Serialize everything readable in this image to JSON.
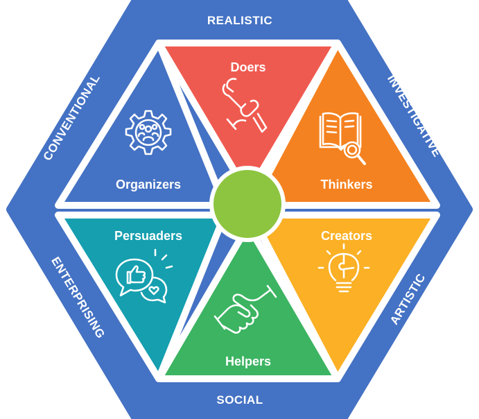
{
  "colors": {
    "outer": "#4472c4",
    "realistic": "#ef5a50",
    "investigative": "#f58220",
    "artistic": "#fbb025",
    "social": "#3cb462",
    "enterprising": "#159faf",
    "conventional": "#4472c4",
    "center": "#8dc540"
  },
  "outer_labels": {
    "realistic": "REALISTIC",
    "investigative": "INVESTIGATIVE",
    "artistic": "ARTISTIC",
    "social": "SOCIAL",
    "enterprising": "ENTERPRISING",
    "conventional": "CONVENTIONAL"
  },
  "segments": {
    "realistic": {
      "label": "Doers",
      "icon": "wrench-in-hand-icon"
    },
    "investigative": {
      "label": "Thinkers",
      "icon": "book-magnifier-icon"
    },
    "artistic": {
      "label": "Creators",
      "icon": "puzzle-lightbulb-icon"
    },
    "social": {
      "label": "Helpers",
      "icon": "handshake-icon"
    },
    "enterprising": {
      "label": "Persuaders",
      "icon": "thumbs-up-speech-bubble-icon"
    },
    "conventional": {
      "label": "Organizers",
      "icon": "people-in-gear-icon"
    }
  }
}
